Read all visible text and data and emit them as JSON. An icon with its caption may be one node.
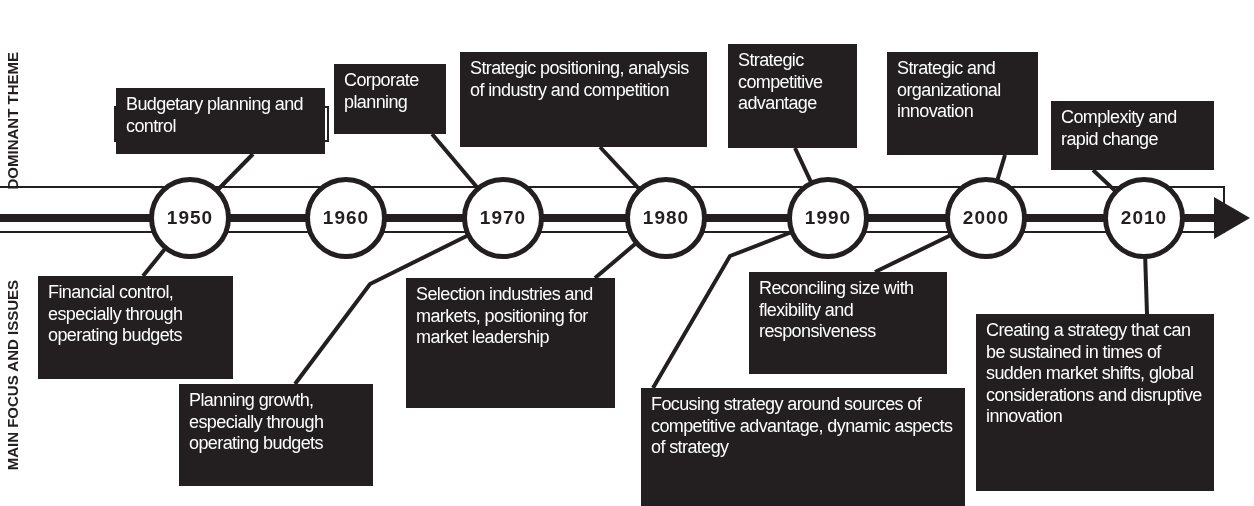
{
  "diagram": {
    "nodes": [
      {
        "text": [
          "1950"
        ]
      },
      {
        "text": [
          "1960"
        ]
      },
      {
        "text": [
          "1970"
        ]
      },
      {
        "text": [
          "1980"
        ]
      },
      {
        "text": [
          "1990"
        ]
      },
      {
        "text": [
          "2000"
        ]
      },
      {
        "text": [
          "2010"
        ]
      },
      {
        "text": [
          "Budgetary planning and control"
        ]
      },
      {
        "text": [
          "Corporate planning"
        ]
      },
      {
        "text": [
          "Strategic positioning, analysis of industry and competition"
        ]
      },
      {
        "text": [
          "Strategic competitive advantage"
        ]
      },
      {
        "text": [
          "Strategic and organizational innovation"
        ]
      },
      {
        "text": [
          "Complexity and rapid change"
        ]
      },
      {
        "text": [
          "Financial control, especially through operating budgets"
        ]
      },
      {
        "text": [
          "Planning growth, especially through operating budgets"
        ]
      },
      {
        "text": [
          "Selection industries and markets, positioning for market leadership"
        ]
      },
      {
        "text": [
          "Reconciling size with flexibility and responsiveness"
        ]
      },
      {
        "text": [
          "Focusing strategy around sources of competitive advantage, dynamic aspects of strategy"
        ]
      },
      {
        "text": [
          "Creating a strategy that can be sustained in times of sudden market shifts, global considerations and disruptive innovation"
        ]
      }
    ],
    "edges": [
      {
        "from": 7,
        "to": 0,
        "arrow": "none"
      },
      {
        "from": 8,
        "to": 2,
        "arrow": "none"
      },
      {
        "from": 9,
        "to": 3,
        "arrow": "none"
      },
      {
        "from": 10,
        "to": 4,
        "arrow": "none"
      },
      {
        "from": 11,
        "to": 5,
        "arrow": "none"
      },
      {
        "from": 12,
        "to": 6,
        "arrow": "none"
      },
      {
        "from": 13,
        "to": 0,
        "arrow": "none"
      },
      {
        "from": 14,
        "to": 2,
        "arrow": "none"
      },
      {
        "from": 15,
        "to": 3,
        "arrow": "none"
      },
      {
        "from": 16,
        "to": 5,
        "arrow": "none"
      },
      {
        "from": 17,
        "to": 4,
        "arrow": "none"
      },
      {
        "from": 18,
        "to": 6,
        "arrow": "none"
      }
    ],
    "labels": [
      "DOMINANT THEME",
      "MAIN FOCUS AND ISSUES"
    ]
  }
}
